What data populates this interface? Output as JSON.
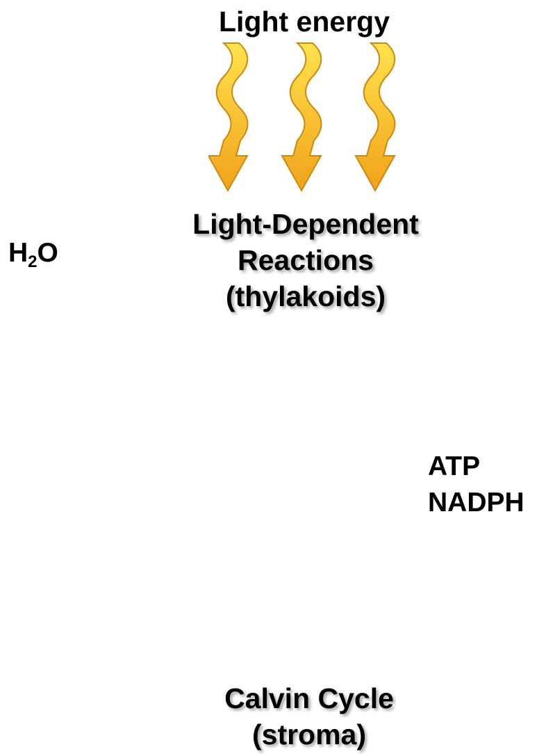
{
  "light": {
    "title": "Light energy"
  },
  "light_dependent": {
    "line1": "Light-Dependent",
    "line2": "Reactions",
    "line3": "(thylakoids)"
  },
  "water": {
    "symbol_main": "H",
    "symbol_sub": "2",
    "symbol_end": "O"
  },
  "products": {
    "atp": "ATP",
    "nadph": "NADPH"
  },
  "calvin": {
    "line1": "Calvin Cycle",
    "line2": "(stroma)"
  },
  "colors": {
    "arrow_top": "#ffe24d",
    "arrow_bottom": "#f1a21a",
    "arrow_stroke": "#c98a10"
  }
}
